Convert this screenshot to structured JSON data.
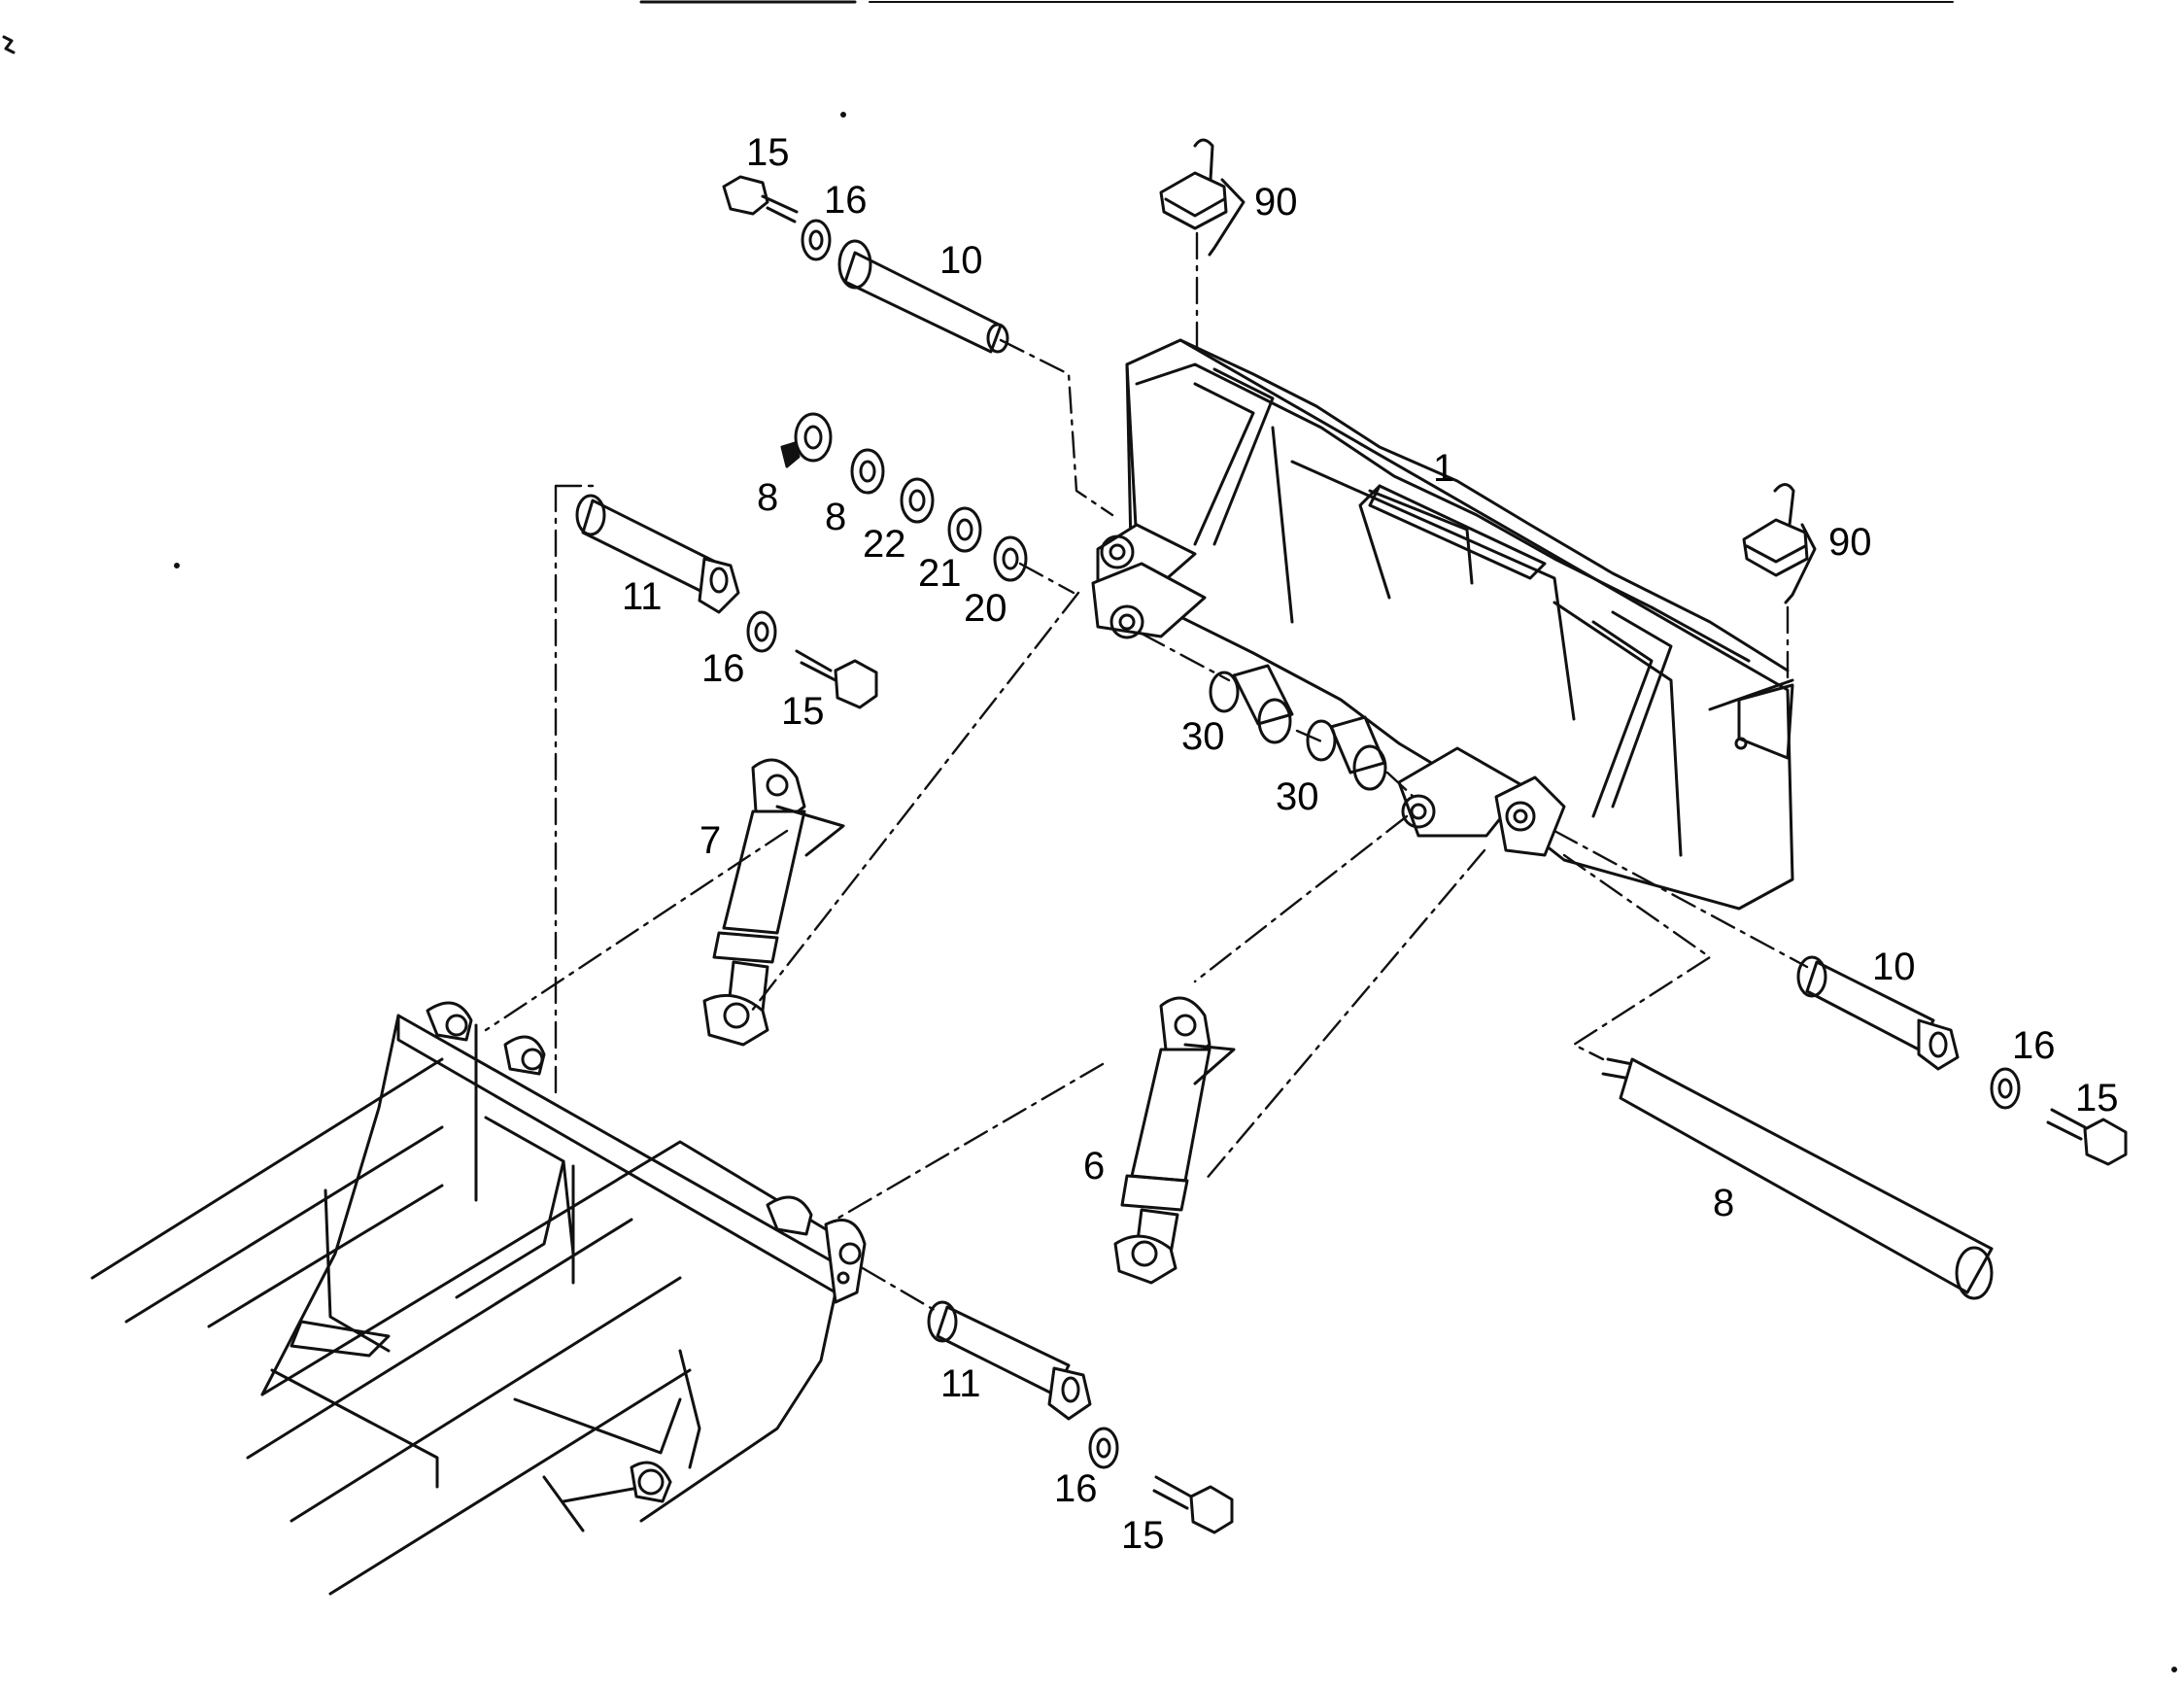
{
  "colors": {
    "ink": "#111111",
    "paper": "#ffffff"
  },
  "parts": [
    {
      "id": "frame",
      "icon": "bucket-frame"
    },
    {
      "id": "hook",
      "icon": "lynch-pin"
    },
    {
      "id": "pin",
      "icon": "pin"
    },
    {
      "id": "bolt",
      "icon": "hex-bolt"
    },
    {
      "id": "washer",
      "icon": "washer"
    },
    {
      "id": "bushing",
      "icon": "bushing"
    },
    {
      "id": "cylinder",
      "icon": "hydraulic-cylinder"
    },
    {
      "id": "boom",
      "icon": "loader-boom"
    }
  ],
  "callouts": {
    "c15_top": "15",
    "c16_top": "16",
    "c10_top": "10",
    "c90_top": "90",
    "c1": "1",
    "c90_right": "90",
    "c8_grease": "8",
    "c8_small": "8",
    "c22": "22",
    "c21": "21",
    "c20": "20",
    "c11_left": "11",
    "c16_left": "16",
    "c15_left": "15",
    "c30_a": "30",
    "c30_b": "30",
    "c7": "7",
    "c10_right": "10",
    "c16_right": "16",
    "c15_right": "15",
    "c8_long": "8",
    "c6": "6",
    "c11_bottom": "11",
    "c16_bottom": "16",
    "c15_bottom": "15"
  }
}
